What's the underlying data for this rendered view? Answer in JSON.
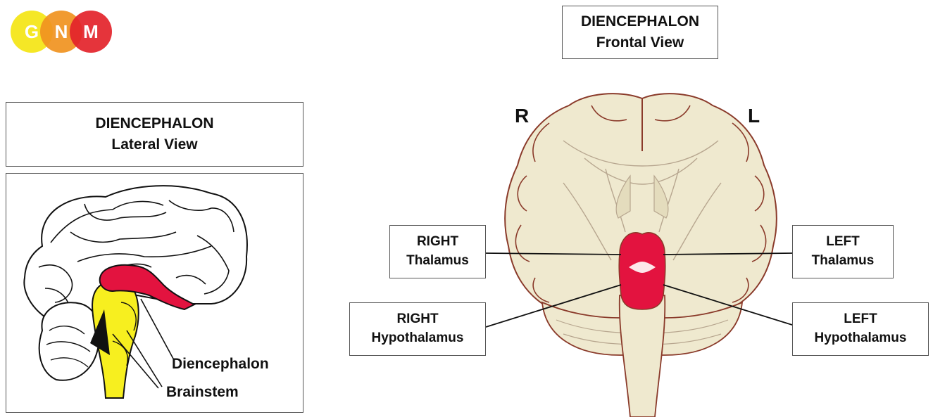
{
  "logo": {
    "letters": [
      "G",
      "N",
      "M"
    ],
    "colors": [
      "#f4e61a",
      "#f0921f",
      "#e3232a"
    ]
  },
  "frontal": {
    "title": "DIENCEPHALON",
    "subtitle": "Frontal View",
    "side_right": "R",
    "side_left": "L"
  },
  "lateral": {
    "title": "DIENCEPHALON",
    "subtitle": "Lateral View",
    "label_diencephalon": "Diencephalon",
    "label_brainstem": "Brainstem"
  },
  "labels": {
    "right_thalamus": [
      "RIGHT",
      "Thalamus"
    ],
    "left_thalamus": [
      "LEFT",
      "Thalamus"
    ],
    "right_hypothalamus": [
      "RIGHT",
      "Hypothalamus"
    ],
    "left_hypothalamus": [
      "LEFT",
      "Hypothalamus"
    ]
  },
  "colors": {
    "diencephalon": "#e3133f",
    "brainstem": "#f7ef1f",
    "brain_fill": "#efe9cf",
    "brain_outline": "#8a3a2a"
  }
}
